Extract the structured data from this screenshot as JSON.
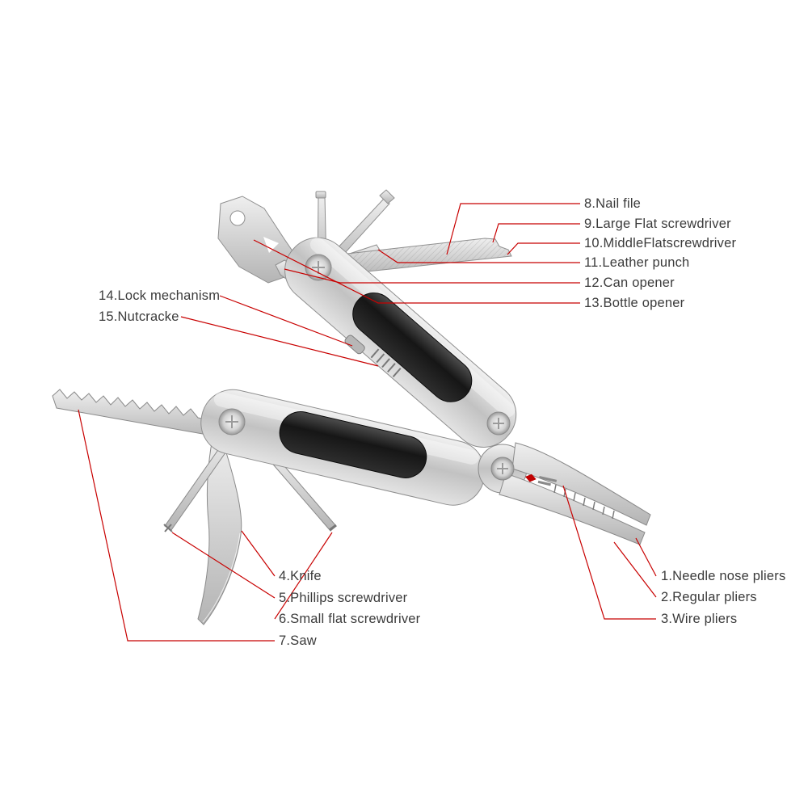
{
  "diagram": {
    "background": "#ffffff",
    "leader_color": "#c80000",
    "label_color": "#3b3b3b",
    "subject": "multi-tool pliers parts diagram"
  },
  "labels": [
    {
      "num": "1",
      "text": "1.Needle nose pliers"
    },
    {
      "num": "2",
      "text": "2.Regular pliers"
    },
    {
      "num": "3",
      "text": "3.Wire pliers"
    },
    {
      "num": "4",
      "text": "4.Knife"
    },
    {
      "num": "5",
      "text": "5.Phillips screwdriver"
    },
    {
      "num": "6",
      "text": "6.Small flat screwdriver"
    },
    {
      "num": "7",
      "text": "7.Saw"
    },
    {
      "num": "8",
      "text": "8.Nail file"
    },
    {
      "num": "9",
      "text": "9.Large Flat screwdriver"
    },
    {
      "num": "10",
      "text": "10.MiddleFlatscrewdriver"
    },
    {
      "num": "11",
      "text": "11.Leather punch"
    },
    {
      "num": "12",
      "text": "12.Can opener"
    },
    {
      "num": "13",
      "text": "13.Bottle opener"
    },
    {
      "num": "14",
      "text": "14.Lock mechanism"
    },
    {
      "num": "15",
      "text": "15.Nutcracke"
    }
  ]
}
